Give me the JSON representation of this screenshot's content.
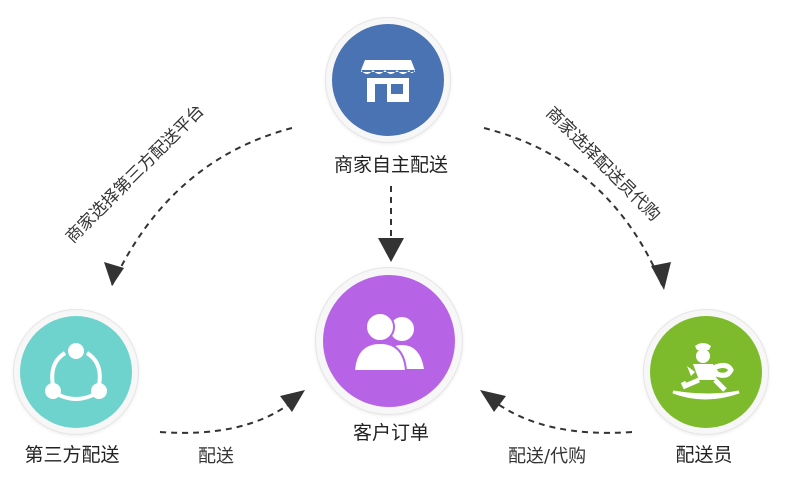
{
  "nodes": {
    "merchant_self": {
      "label": "商家自主配送",
      "color": "#4a73b3",
      "icon": "storefront-icon"
    },
    "customer_order": {
      "label": "客户订单",
      "color": "#b763e6",
      "icon": "users-icon"
    },
    "third_party": {
      "label": "第三方配送",
      "color": "#6fd3cd",
      "icon": "share-icon"
    },
    "courier": {
      "label": "配送员",
      "color": "#7dbb2c",
      "icon": "courier-icon"
    }
  },
  "edges": {
    "merchant_to_third_party": "商家选择第三方配送平台",
    "merchant_to_courier": "商家选择配送员代购",
    "third_party_to_customer": "配送",
    "courier_to_customer": "配送/代购"
  }
}
